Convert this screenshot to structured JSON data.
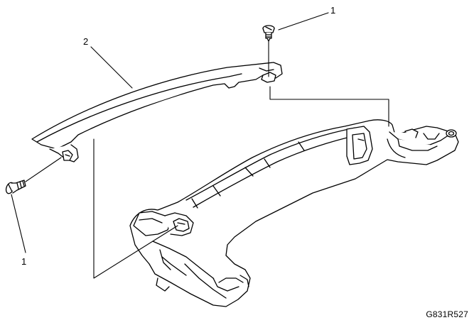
{
  "callouts": {
    "screw_top": "1",
    "screw_left": "1",
    "trim_cover": "2"
  },
  "reference_code": "G831R527",
  "colors": {
    "line": "#000000",
    "background": "#ffffff"
  }
}
